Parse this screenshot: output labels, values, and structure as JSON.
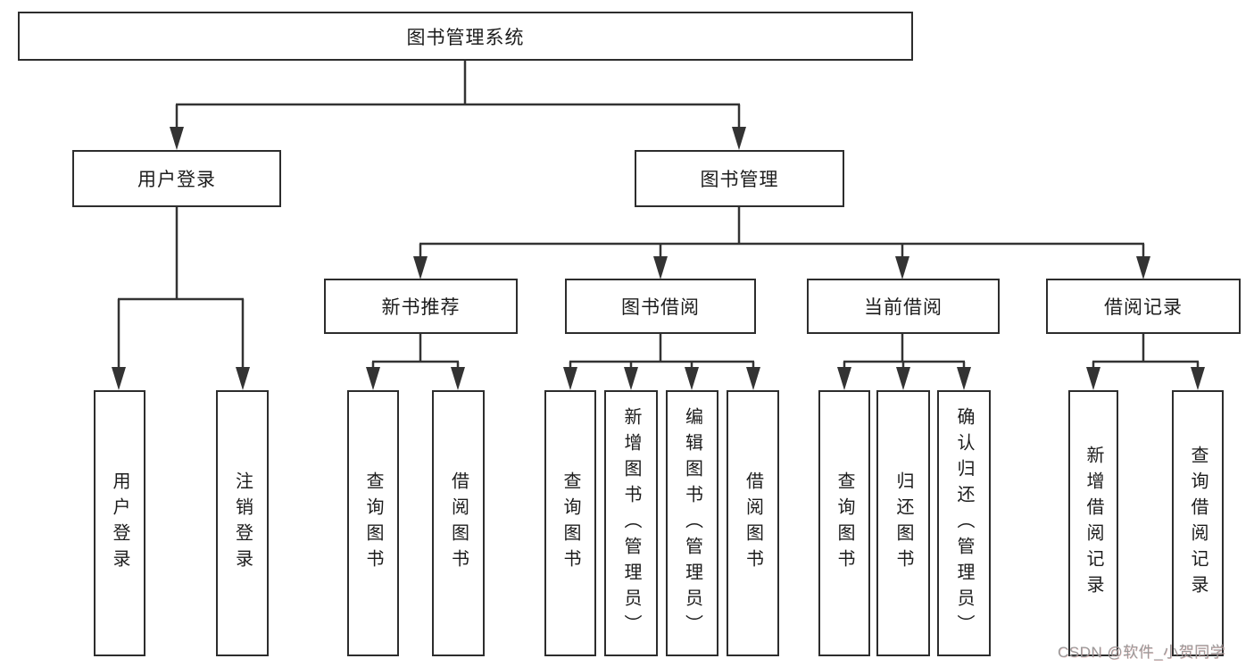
{
  "diagram": {
    "root": "图书管理系统",
    "level2": {
      "user_login": "用户登录",
      "book_mgmt": "图书管理"
    },
    "level3": {
      "new_book": "新书推荐",
      "borrow": "图书借阅",
      "current": "当前借阅",
      "records": "借阅记录"
    },
    "leaves": {
      "ul_login": "用户登录",
      "ul_logout": "注销登录",
      "nb_query": "查询图书",
      "nb_borrow": "借阅图书",
      "bw_query": "查询图书",
      "bw_add": "新增图书（管理员）",
      "bw_edit": "编辑图书（管理员）",
      "bw_borrow": "借阅图书",
      "cu_query": "查询图书",
      "cu_return": "归还图书",
      "cu_confirm": "确认归还（管理员）",
      "rc_add": "新增借阅记录",
      "rc_query": "查询借阅记录"
    },
    "watermark": "CSDN @软件_小贺同学",
    "colors": {
      "line": "#333333",
      "border": "#2d2d2d",
      "text": "#1c1c1c",
      "watermark": "#9b9b9b",
      "background": "#ffffff"
    }
  }
}
